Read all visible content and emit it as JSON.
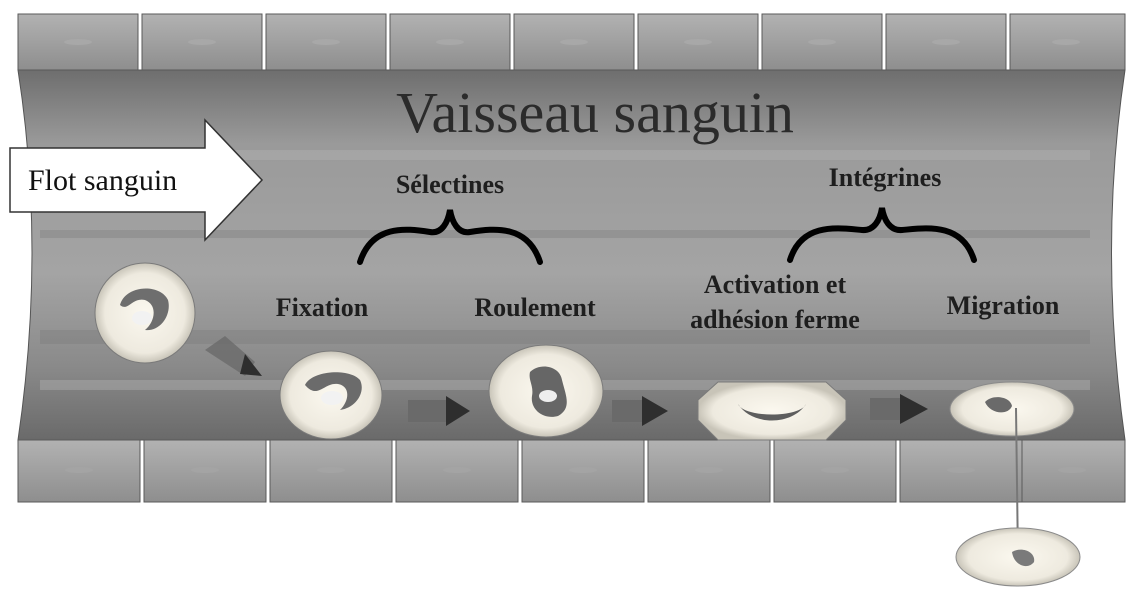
{
  "diagram": {
    "title": "Vaisseau sanguin",
    "flow_label": "Flot sanguin",
    "groups": {
      "selectins": "Sélectines",
      "integrins": "Intégrines"
    },
    "steps": {
      "fixation": "Fixation",
      "rolling": "Roulement",
      "activation_line1": "Activation et",
      "activation_line2": "adhésion ferme",
      "migration": "Migration"
    }
  },
  "colors": {
    "vessel_wall": "#8c8c8c",
    "vessel_lumen": "#9a9a9a",
    "cell_fill": "#f4f0e6",
    "nucleus": "#6f6f6f",
    "arrow": "#3a3a3a"
  }
}
